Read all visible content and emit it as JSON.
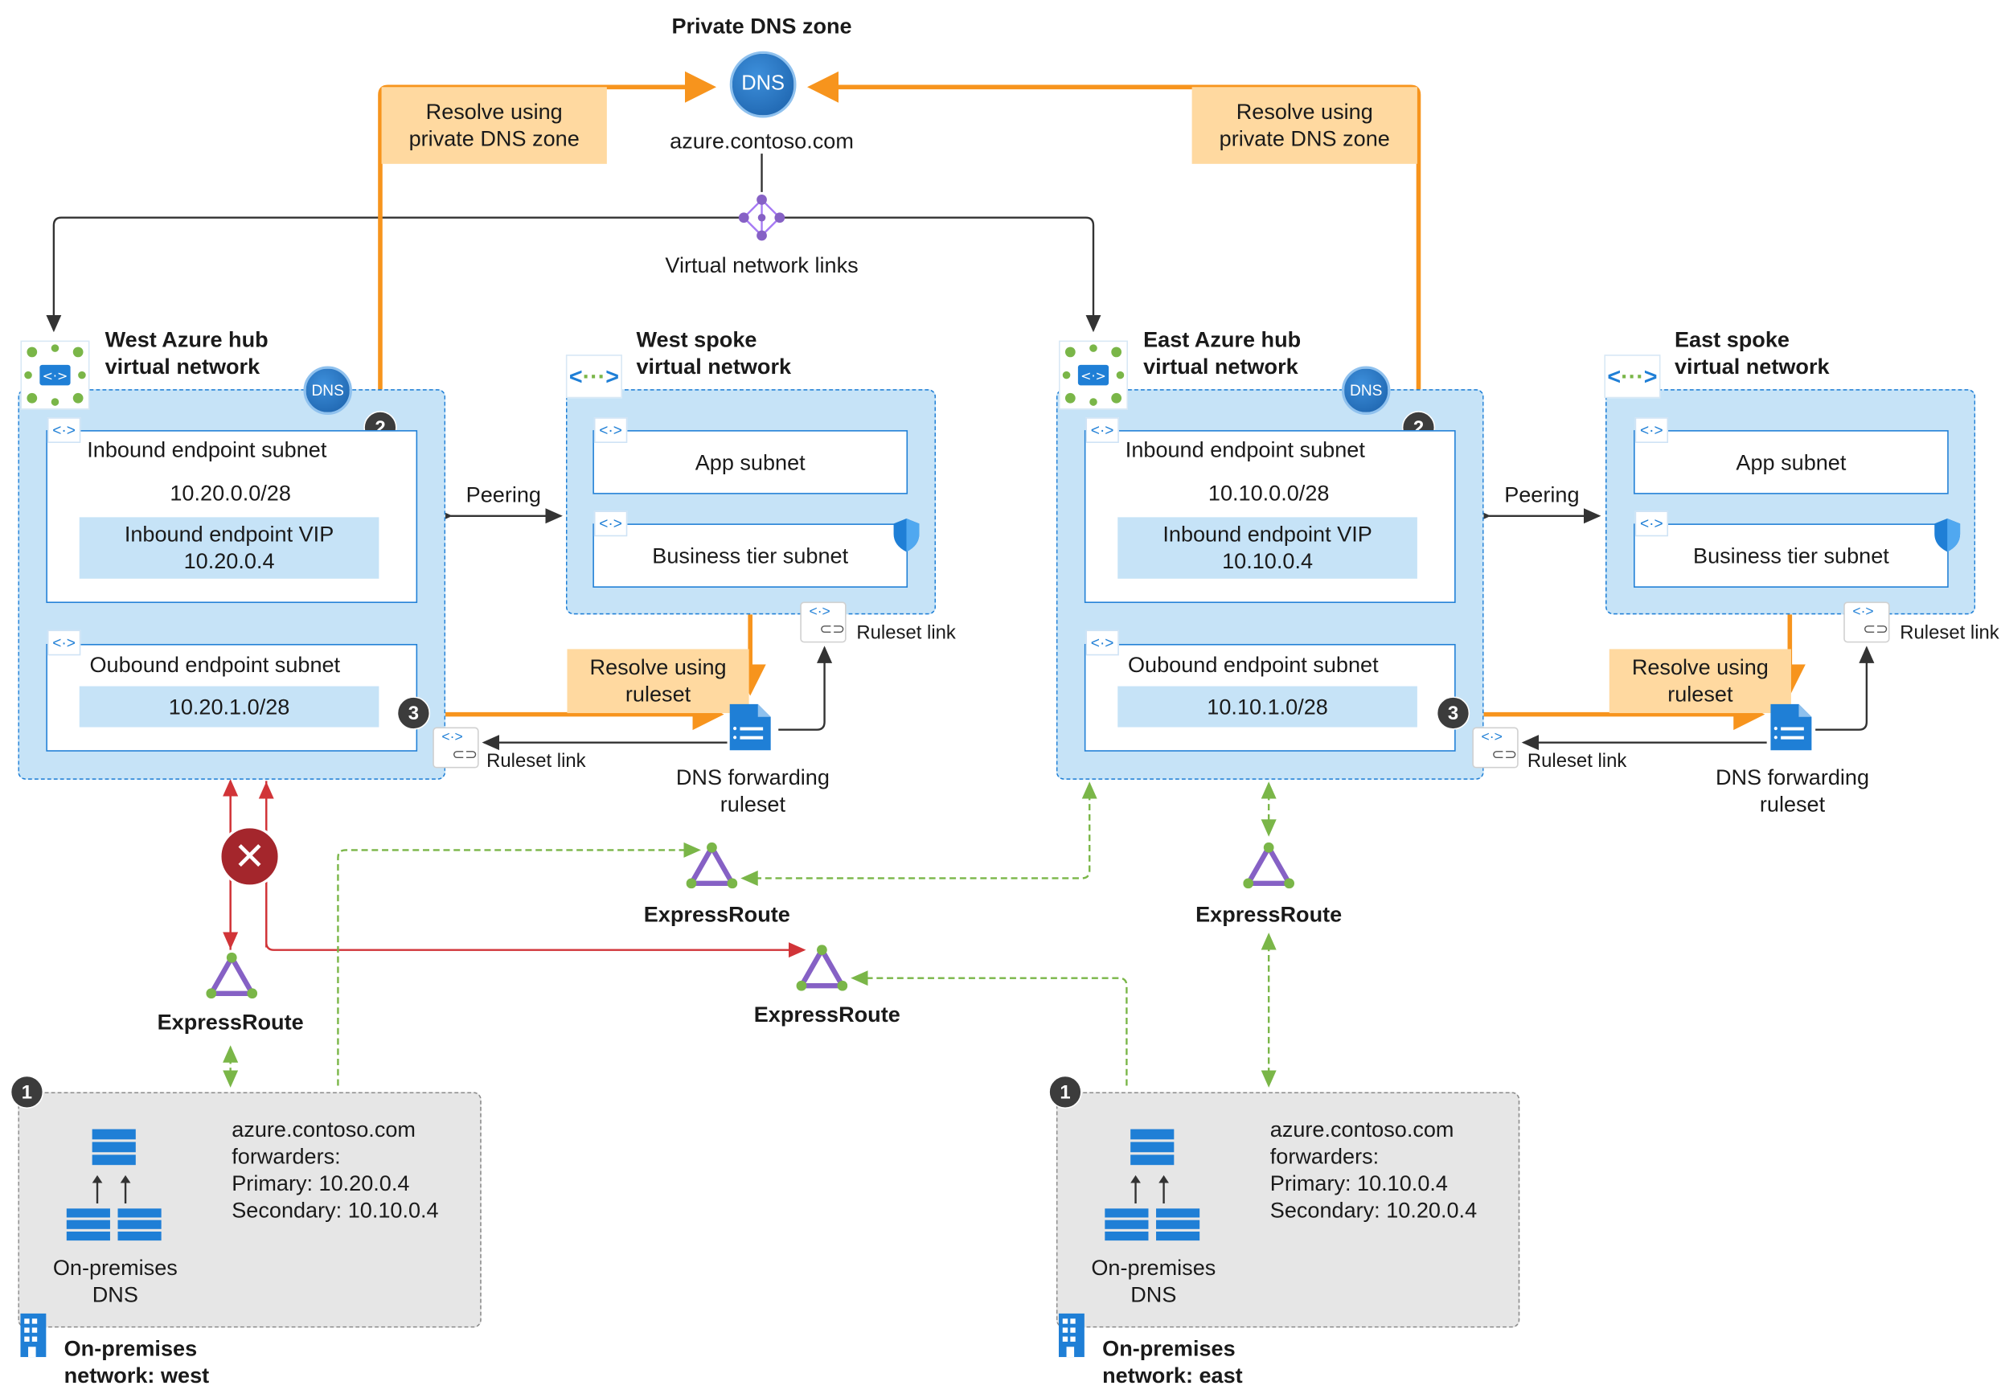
{
  "private_dns_zone": {
    "title": "Private DNS zone",
    "icon_label": "DNS",
    "zone_name": "azure.contoso.com",
    "vnet_links_label": "Virtual network links"
  },
  "callouts": {
    "resolve_private": "Resolve using\nprivate DNS zone",
    "resolve_ruleset": "Resolve using\nruleset"
  },
  "west_hub": {
    "title": "West Azure hub\nvirtual network",
    "dns_label": "DNS",
    "badge_inbound": "2",
    "badge_outbound": "3",
    "inbound_subnet": "Inbound endpoint subnet",
    "inbound_cidr": "10.20.0.0/28",
    "inbound_vip_label": "Inbound endpoint VIP",
    "inbound_vip": "10.20.0.4",
    "outbound_subnet": "Oubound endpoint subnet",
    "outbound_cidr": "10.20.1.0/28"
  },
  "east_hub": {
    "title": "East Azure hub\nvirtual network",
    "dns_label": "DNS",
    "badge_inbound": "2",
    "badge_outbound": "3",
    "inbound_subnet": "Inbound endpoint subnet",
    "inbound_cidr": "10.10.0.0/28",
    "inbound_vip_label": "Inbound endpoint VIP",
    "inbound_vip": "10.10.0.4",
    "outbound_subnet": "Oubound endpoint subnet",
    "outbound_cidr": "10.10.1.0/28"
  },
  "west_spoke": {
    "title": "West spoke\nvirtual network",
    "app_subnet": "App subnet",
    "business_subnet": "Business tier subnet"
  },
  "east_spoke": {
    "title": "East spoke\nvirtual network",
    "app_subnet": "App subnet",
    "business_subnet": "Business tier subnet"
  },
  "labels": {
    "peering": "Peering",
    "ruleset_link": "Ruleset link",
    "dns_forwarding_ruleset": "DNS forwarding\nruleset",
    "expressroute": "ExpressRoute"
  },
  "onprem_west": {
    "badge": "1",
    "zone": "azure.contoso.com",
    "forwarders": "forwarders:",
    "primary": "Primary: 10.20.0.4",
    "secondary": "Secondary: 10.10.0.4",
    "dns_label": "On-premises\nDNS",
    "network_label": "On-premises\nnetwork: west"
  },
  "onprem_east": {
    "badge": "1",
    "zone": "azure.contoso.com",
    "forwarders": "forwarders:",
    "primary": "Primary: 10.10.0.4",
    "secondary": "Secondary: 10.20.0.4",
    "dns_label": "On-premises\nDNS",
    "network_label": "On-premises\nnetwork: east"
  },
  "colors": {
    "orange": "#f7941d",
    "green_dashed": "#7ab648",
    "red": "#d13438",
    "vnet_fill": "#c6e3f7",
    "vnet_border": "#1f7fd6",
    "callout": "#ffd9a0"
  }
}
